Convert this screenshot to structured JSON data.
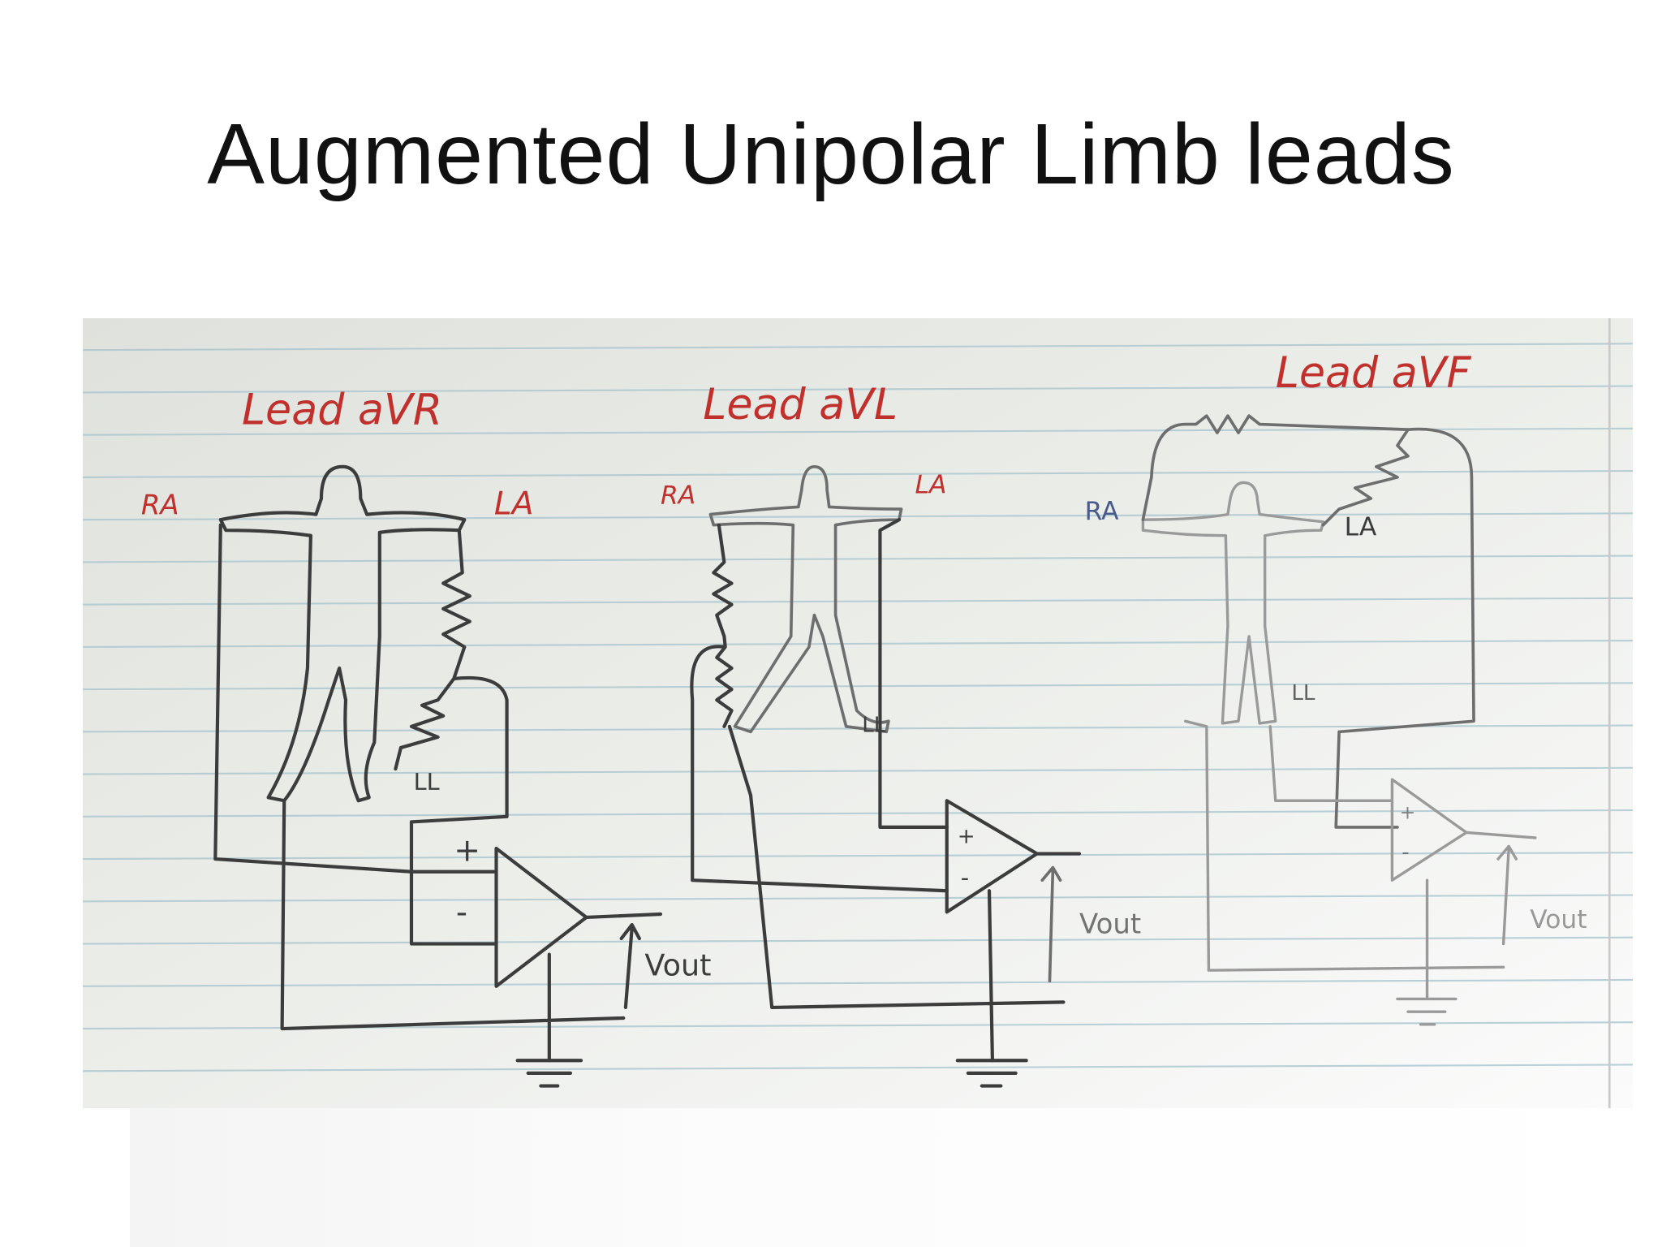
{
  "slide": {
    "title": "Augmented Unipolar Limb leads"
  },
  "diagram": {
    "colors": {
      "label_red": "#c0302c",
      "ink": "#3c3c3c",
      "paper": "#e9ebe6",
      "ruled_line": "#a9c6cf"
    },
    "panels": [
      {
        "title": "Lead aVR",
        "ra": "RA",
        "la": "LA",
        "ll": "LL",
        "plus": "+",
        "minus": "-",
        "output": "Vout"
      },
      {
        "title": "Lead aVL",
        "ra": "RA",
        "la": "LA",
        "ll": "LL",
        "plus": "+",
        "minus": "-",
        "output": "Vout"
      },
      {
        "title": "Lead aVF",
        "ra": "RA",
        "la": "LA",
        "ll": "LL",
        "plus": "+",
        "minus": "-",
        "output": "Vout"
      }
    ]
  }
}
